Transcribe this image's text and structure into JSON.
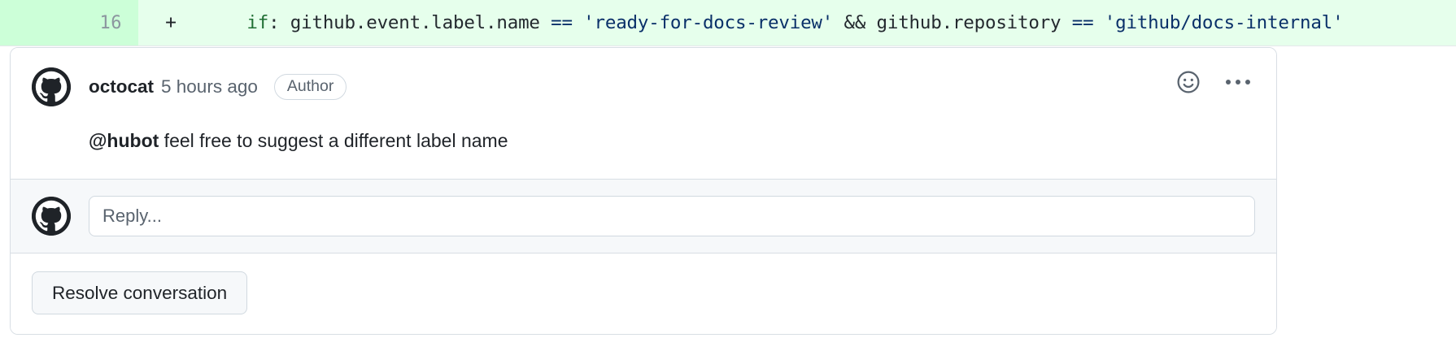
{
  "diff": {
    "line_number": "16",
    "marker": "+",
    "indent": "    ",
    "code_tokens": {
      "keyword": "if",
      "colon_space": ": ",
      "expr1": "github.event.label.name ",
      "op1": "== ",
      "str1": "'ready-for-docs-review'",
      "and": " && ",
      "expr2": "github.repository ",
      "op2": "== ",
      "str2": "'github/docs-internal'"
    },
    "colors": {
      "gutter_bg": "#ccffd8",
      "code_bg": "#e6ffec",
      "string": "#0a3069",
      "keyword": "#1f6e33"
    }
  },
  "comment": {
    "author": "octocat",
    "timestamp": "5 hours ago",
    "badge": "Author",
    "body_mention": "@hubot",
    "body_rest": " feel free to suggest a different label name",
    "reaction_icon": "smiley-icon",
    "menu_icon": "kebab-menu-icon",
    "avatar_icon": "github-octocat-avatar"
  },
  "reply": {
    "placeholder": "Reply...",
    "value": "",
    "avatar_icon": "github-octocat-avatar"
  },
  "footer": {
    "resolve_label": "Resolve conversation"
  }
}
